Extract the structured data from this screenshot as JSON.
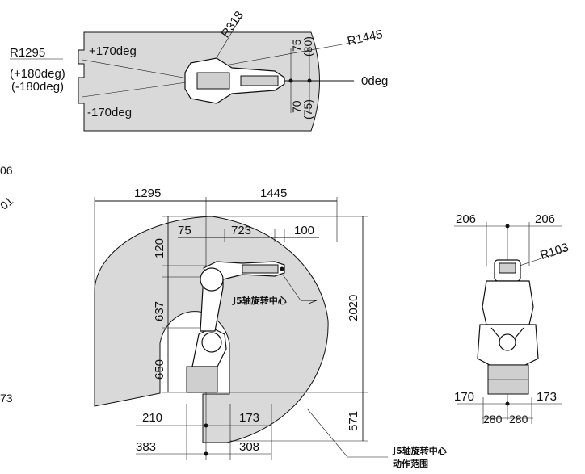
{
  "top_view": {
    "radius_outer": "R1445",
    "radius_inner": "R1295",
    "radius_small": "R318",
    "angle_plus": "+170deg",
    "angle_minus": "-170deg",
    "angle_180_pos": "(+180deg)",
    "angle_180_neg": "(-180deg)",
    "angle_zero": "0deg",
    "dim_75": "75",
    "dim_80": "(80)",
    "dim_70": "70",
    "dim_75p": "(75)"
  },
  "side_view": {
    "width_left": "1295",
    "width_right": "1445",
    "d_75": "75",
    "d_723": "723",
    "d_100": "100",
    "h_120": "120",
    "h_637": "637",
    "h_650": "650",
    "h_2020": "2020",
    "h_571": "571",
    "b_210": "210",
    "b_173": "173",
    "b_383": "383",
    "b_308": "308",
    "j5_label": "J5轴旋转中心",
    "range_label_1": "J5轴旋转中心",
    "range_label_2": "动作范围"
  },
  "front_view": {
    "w_206_l": "206",
    "w_206_r": "206",
    "radius": "R103",
    "b_170": "170",
    "b_173": "173",
    "b_280_l": "280",
    "b_280_r": "280"
  },
  "cut_left": {
    "t1": "06",
    "t2": "01",
    "t3": "73"
  }
}
